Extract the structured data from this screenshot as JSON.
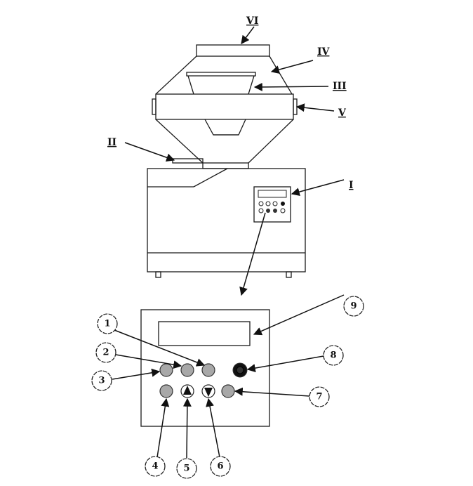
{
  "machine_labels": {
    "I": "I",
    "II": "II",
    "III": "III",
    "IV": "IV",
    "V": "V",
    "VI": "VI"
  },
  "panel_callouts": [
    "1",
    "2",
    "3",
    "4",
    "5",
    "6",
    "7",
    "8",
    "9"
  ],
  "colors": {
    "line": "#1a1a1a",
    "button_fill": "#a8a8a8",
    "power_button_fill": "#111111",
    "background": "#ffffff"
  },
  "icons": {
    "button_5": "up-arrow-icon",
    "button_6": "down-arrow-icon",
    "button_8": "power-button-icon"
  }
}
